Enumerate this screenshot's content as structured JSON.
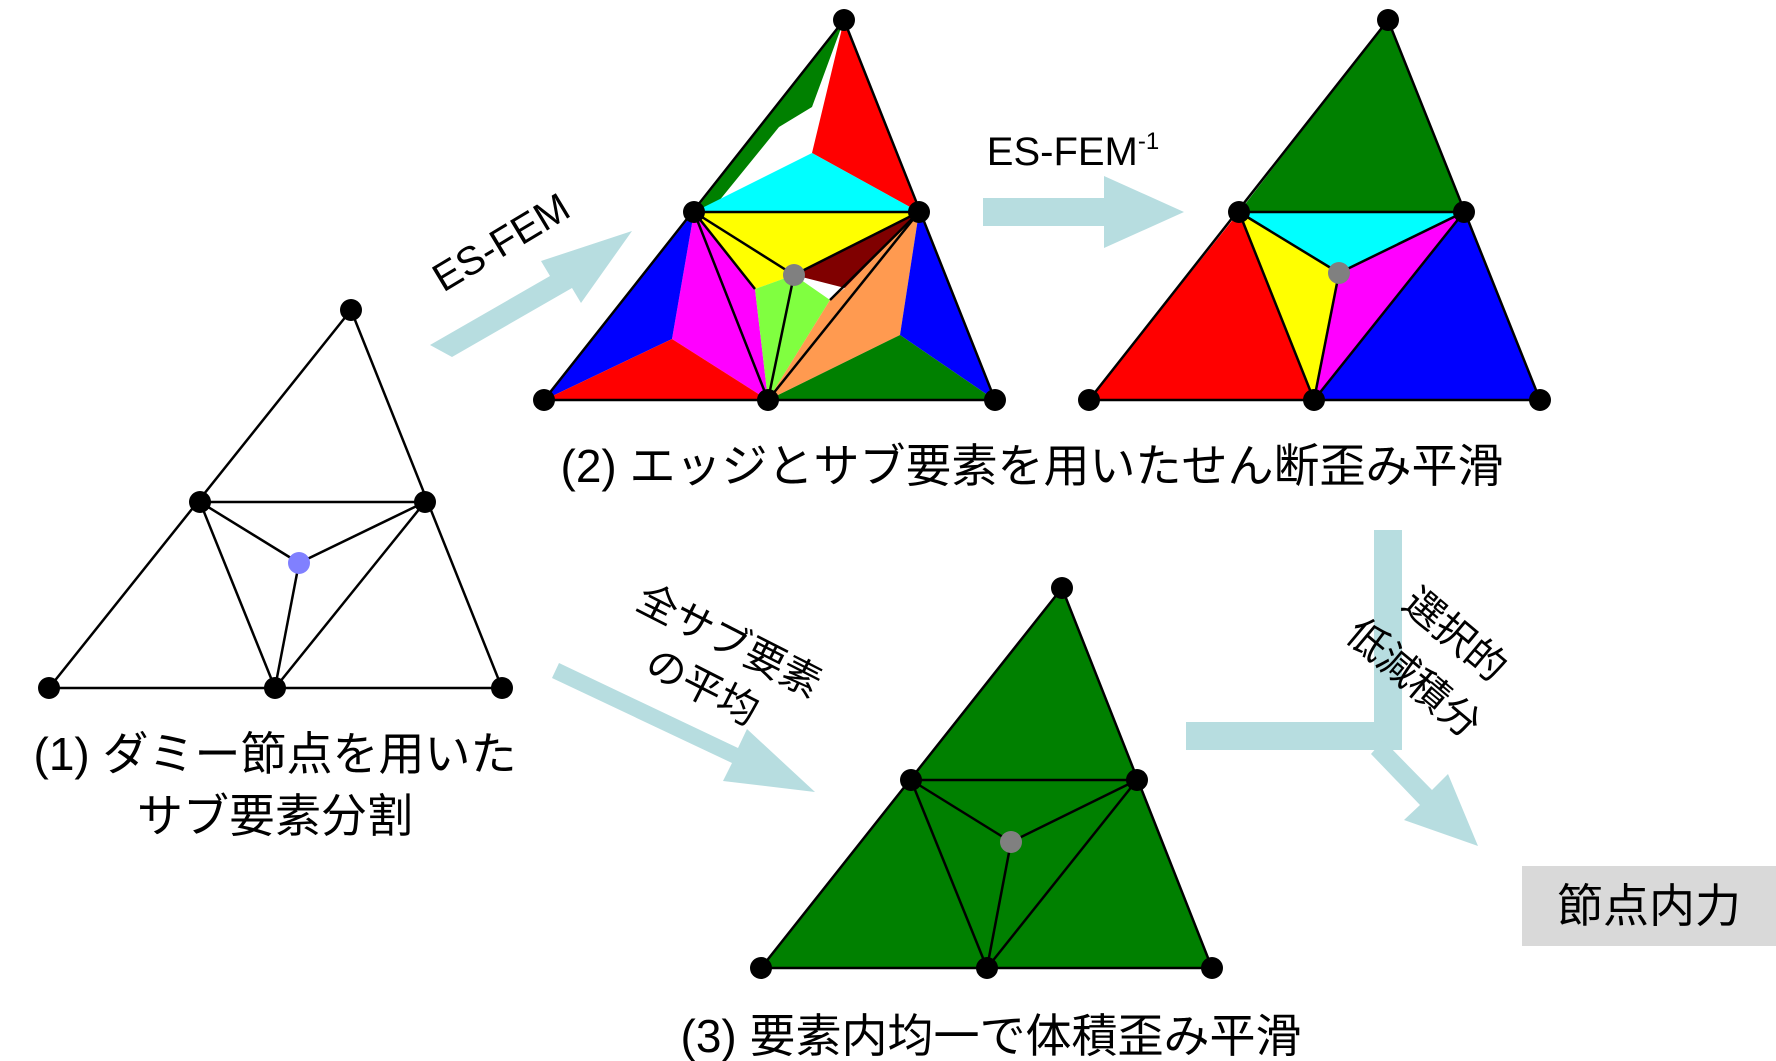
{
  "labels": {
    "panel1_line1": "(1) ダミー節点を用いた",
    "panel1_line2": "サブ要素分割",
    "panel2": "(2) エッジとサブ要素を用いたせん断歪み平滑",
    "panel3": "(3) 要素内均一で体積歪み平滑",
    "arrow_esfem": "ES-FEM",
    "arrow_esfem_inv_main": "ES-FEM",
    "arrow_esfem_inv_sup": "-1",
    "arrow_avg_line1": "全サブ要素",
    "arrow_avg_line2": "の平均",
    "arrow_reduced_line1": "選択的",
    "arrow_reduced_line2": "低減積分",
    "result_box": "節点内力"
  },
  "colors": {
    "arrow": "#b7dde0",
    "green": "#008000",
    "red": "#ff0000",
    "blue": "#0000ff",
    "cyan": "#00ffff",
    "yellow": "#ffff00",
    "magenta": "#ff00ff",
    "dark_red": "#800000",
    "light_green": "#80ff40",
    "orange": "#ff9a50",
    "node": "#000000",
    "dummy_node_blue": "#8080ff",
    "dummy_node_gray": "#808080",
    "result_box_fill": "#d9d9d9"
  }
}
